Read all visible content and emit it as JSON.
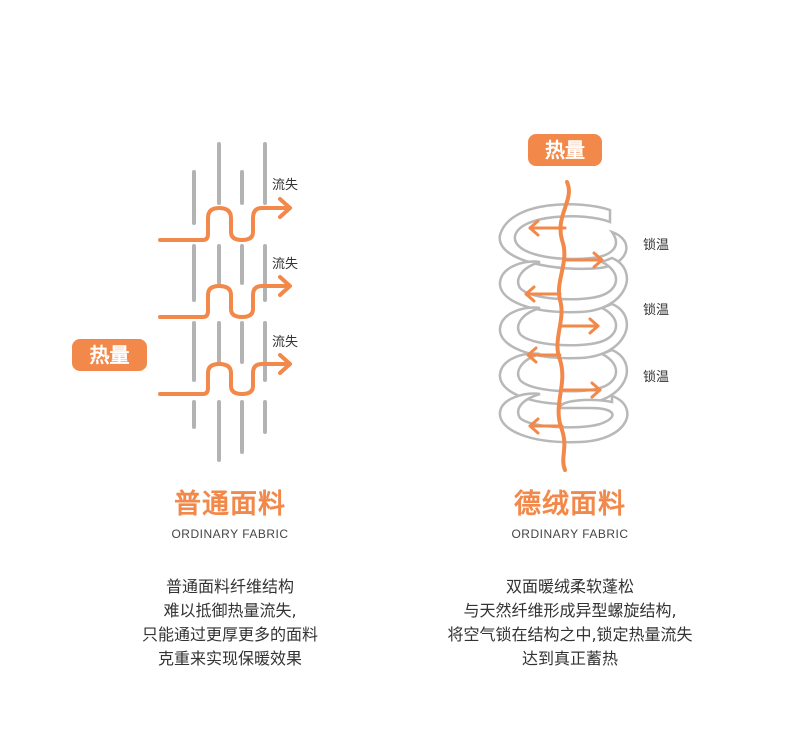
{
  "left": {
    "heat_badge": "热量",
    "loss_labels": [
      "流失",
      "流失",
      "流失"
    ],
    "title": "普通面料",
    "subtitle": "ORDINARY FABRIC",
    "desc_lines": [
      "普通面料纤维结构",
      "难以抵御热量流失,",
      "只能通过更厚更多的面料",
      "克重来实现保暖效果"
    ]
  },
  "right": {
    "heat_badge": "热量",
    "lock_labels": [
      "锁温",
      "锁温",
      "锁温"
    ],
    "title": "德绒面料",
    "subtitle": "ORDINARY FABRIC",
    "desc_lines": [
      "双面暖绒柔软蓬松",
      "与天然纤维形成异型螺旋结构,",
      "将空气锁在结构之中,锁定热量流失",
      "达到真正蓄热"
    ]
  },
  "colors": {
    "accent": "#f2894a",
    "fiber": "#b0b0b0",
    "text": "#333333"
  }
}
